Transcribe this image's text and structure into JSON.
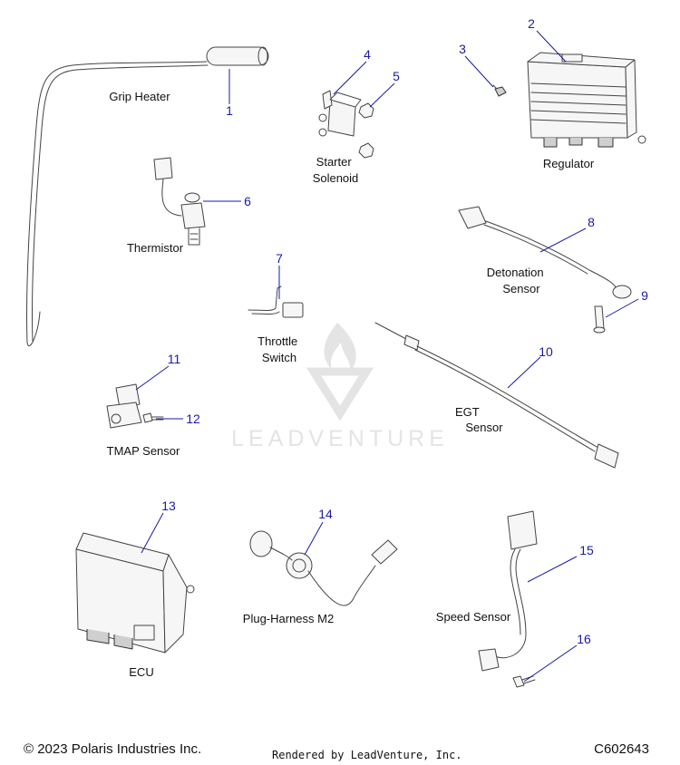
{
  "diagram": {
    "accent_color": "#1a1aa6",
    "watermark_color": "#e4e4e4",
    "watermark_text": "LEADVENTURE",
    "parts": [
      {
        "callout": "1",
        "label": [
          "Grip Heater"
        ]
      },
      {
        "callout": "2",
        "label": [
          "Regulator"
        ]
      },
      {
        "callout": "3",
        "label": []
      },
      {
        "callout": "4",
        "label": [
          "Starter",
          "Solenoid"
        ]
      },
      {
        "callout": "5",
        "label": []
      },
      {
        "callout": "6",
        "label": [
          "Thermistor"
        ]
      },
      {
        "callout": "7",
        "label": [
          "Throttle",
          "Switch"
        ]
      },
      {
        "callout": "8",
        "label": [
          "Detonation",
          "Sensor"
        ]
      },
      {
        "callout": "9",
        "label": []
      },
      {
        "callout": "10",
        "label": [
          "EGT",
          "Sensor"
        ]
      },
      {
        "callout": "11",
        "label": [
          "TMAP Sensor"
        ]
      },
      {
        "callout": "12",
        "label": []
      },
      {
        "callout": "13",
        "label": [
          "ECU"
        ]
      },
      {
        "callout": "14",
        "label": [
          "Plug-Harness M2"
        ]
      },
      {
        "callout": "15",
        "label": [
          "Speed Sensor"
        ]
      },
      {
        "callout": "16",
        "label": []
      }
    ]
  },
  "footer": {
    "copyright": "© 2023 Polaris Industries Inc.",
    "rendered_by": "Rendered by LeadVenture, Inc.",
    "diagram_id": "C602643"
  }
}
